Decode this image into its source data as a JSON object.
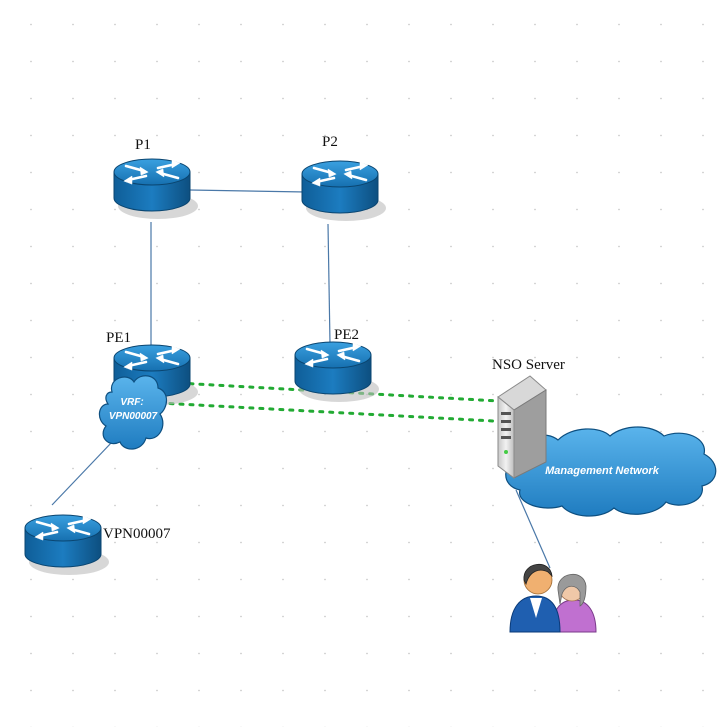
{
  "diagram": {
    "nodes": {
      "p1": {
        "label": "P1",
        "icon": "router-icon"
      },
      "p2": {
        "label": "P2",
        "icon": "router-icon"
      },
      "pe1": {
        "label": "PE1",
        "icon": "router-icon"
      },
      "pe2": {
        "label": "PE2",
        "icon": "router-icon"
      },
      "ce": {
        "label": "VPN00007",
        "icon": "router-icon"
      },
      "nso": {
        "label": "NSO Server",
        "icon": "server-icon"
      },
      "users": {
        "icon": "users-icon"
      }
    },
    "clouds": {
      "vrf": {
        "line1": "VRF:",
        "line2": "VPN00007"
      },
      "management": {
        "label": "Management Network"
      }
    },
    "colors": {
      "router_blue": "#1f78b4",
      "router_dark": "#0d4f80",
      "cloud_blue": "#2a8fd0",
      "link": "#4a78a8",
      "management_link": "#22aa33"
    }
  }
}
